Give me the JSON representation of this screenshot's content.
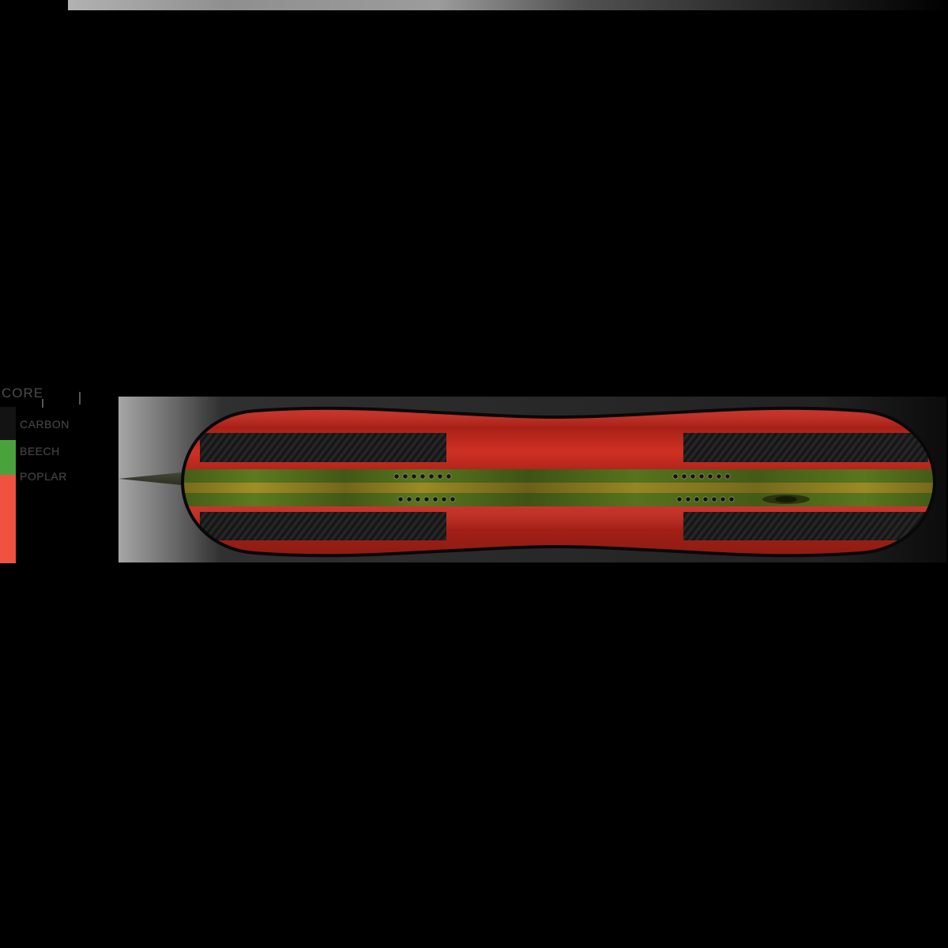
{
  "legend": {
    "title": "CORE",
    "items": [
      {
        "label": "CARBON",
        "color": "#131313"
      },
      {
        "label": "BEECH",
        "color": "#4aa23c"
      },
      {
        "label": "POPLAR",
        "color": "#ef5340"
      }
    ]
  },
  "board": {
    "colors": {
      "base_red": "#c6261b",
      "carbon_black": "#161616",
      "beech_green": "#5e7d20",
      "core_yellow": "#a39127",
      "outline": "#080808"
    }
  }
}
